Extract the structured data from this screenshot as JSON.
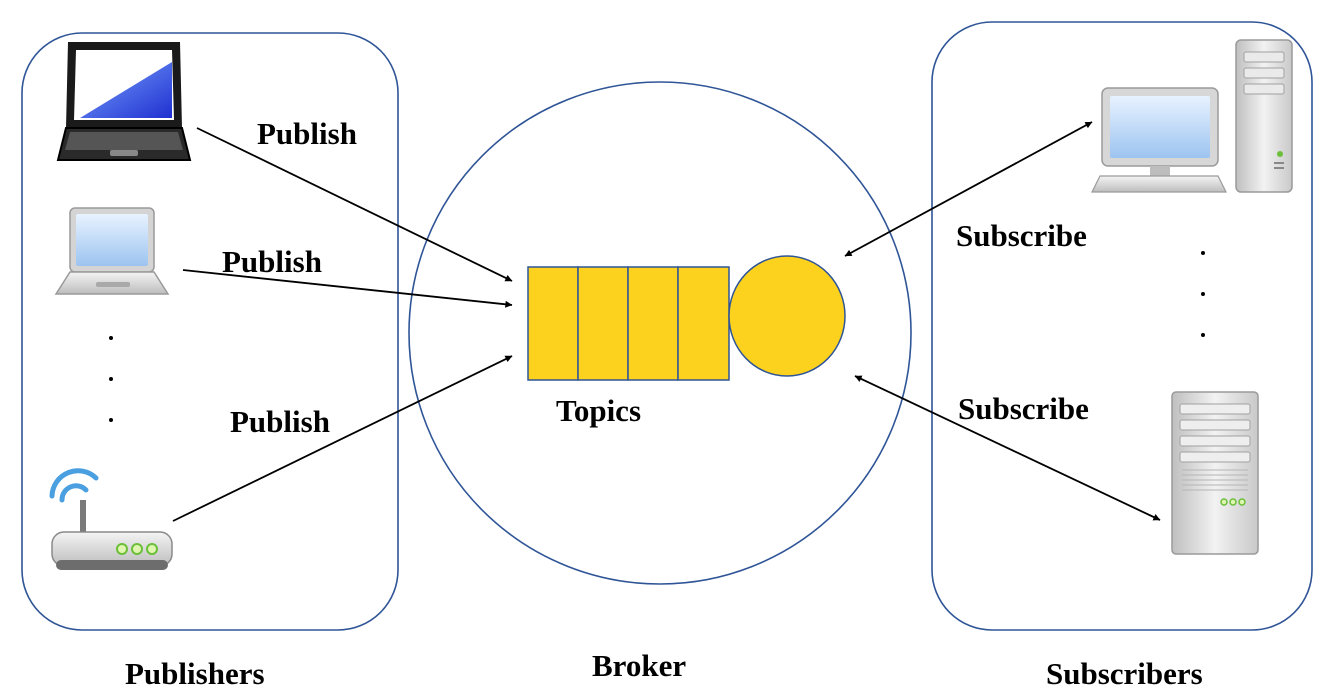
{
  "arrow_labels": {
    "publish_1": "Publish",
    "publish_2": "Publish",
    "publish_3": "Publish",
    "subscribe_1": "Subscribe",
    "subscribe_2": "Subscribe"
  },
  "topics_label": "Topics",
  "sections": {
    "publishers": "Publishers",
    "broker": "Broker",
    "subscribers": "Subscribers"
  },
  "colors": {
    "outline": "#2f5597",
    "topic_fill": "#fcd21f",
    "arrow": "#000000"
  },
  "icons": {
    "publishers": [
      "laptop-dark-icon",
      "laptop-light-icon",
      "wifi-router-icon"
    ],
    "subscribers": [
      "desktop-computer-icon",
      "server-tower-icon"
    ]
  },
  "topic_queue_slots": 4
}
